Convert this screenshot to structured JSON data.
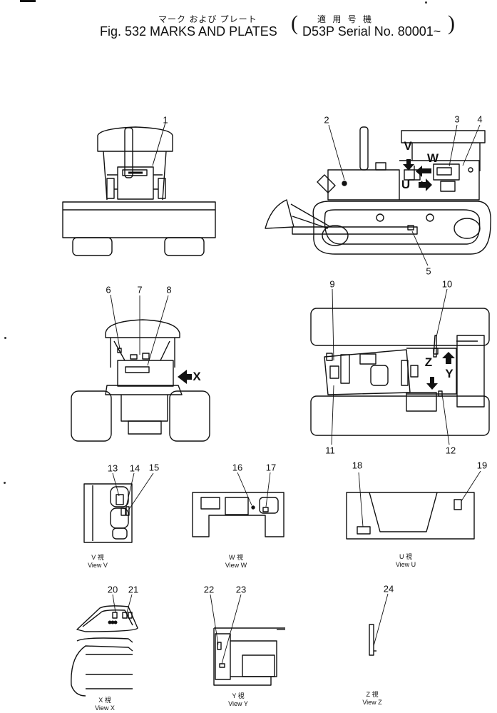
{
  "header": {
    "jp_title": "マーク および プレート",
    "jp_applic": "適 用 号 機",
    "fig_title": "Fig. 532  MARKS AND PLATES",
    "applic_en": "D53P Serial No. 80001~"
  },
  "callouts": [
    "1",
    "2",
    "3",
    "4",
    "5",
    "6",
    "7",
    "8",
    "9",
    "10",
    "11",
    "12",
    "13",
    "14",
    "15",
    "16",
    "17",
    "18",
    "19",
    "20",
    "21",
    "22",
    "23",
    "24"
  ],
  "view_letters": {
    "v": "V",
    "w": "W",
    "u": "U",
    "x": "X",
    "y": "Y",
    "z": "Z"
  },
  "captions": {
    "view_v": {
      "jp": "V 視",
      "en": "View V"
    },
    "view_w": {
      "jp": "W 視",
      "en": "View W"
    },
    "view_u": {
      "jp": "U 視",
      "en": "View U"
    },
    "view_x": {
      "jp": "X 視",
      "en": "View X"
    },
    "view_y": {
      "jp": "Y 視",
      "en": "View Y"
    },
    "view_z": {
      "jp": "Z 視",
      "en": "View Z"
    }
  }
}
